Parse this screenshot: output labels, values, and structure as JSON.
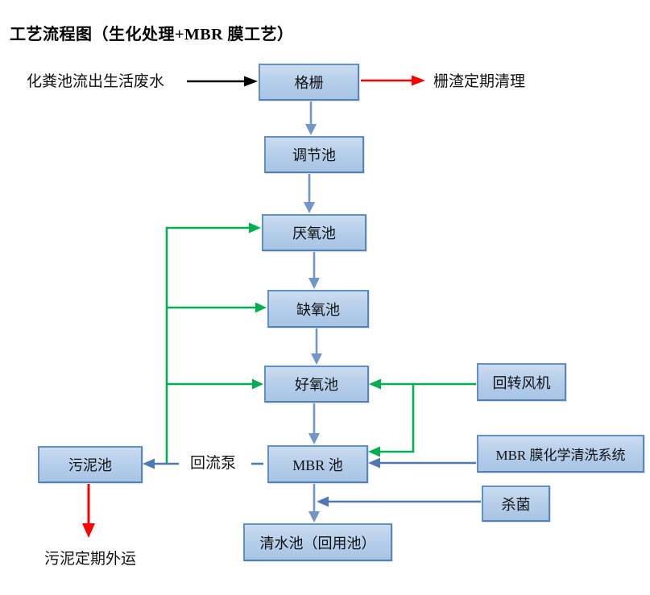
{
  "title": "工艺流程图（生化处理+MBR 膜工艺）",
  "nodes": {
    "grating": {
      "label": "格栅"
    },
    "regulating_tank": {
      "label": "调节池"
    },
    "anaerobic_tank": {
      "label": "厌氧池"
    },
    "anoxic_tank": {
      "label": "缺氧池"
    },
    "aerobic_tank": {
      "label": "好氧池"
    },
    "mbr_tank": {
      "label": "MBR 池"
    },
    "clean_water_tank": {
      "label": "清水池（回用池）"
    },
    "sludge_tank": {
      "label": "污泥池"
    },
    "rotary_blower": {
      "label": "回转风机"
    },
    "mbr_cleaning_system": {
      "label": "MBR 膜化学清洗系统"
    },
    "disinfection": {
      "label": "杀菌"
    }
  },
  "labels": {
    "influent": "化粪池流出生活废水",
    "screenings_disposal": "栅渣定期清理",
    "return_pump": "回流泵",
    "sludge_disposal": "污泥定期外运"
  },
  "colors": {
    "box_fill_top": "#cadcf0",
    "box_fill_bottom": "#a8c5e5",
    "box_border": "#6191c6",
    "flow_arrow_blue": "#7296c6",
    "supply_arrow_blue": "#4d79b5",
    "recycle_green": "#00b050",
    "discharge_red": "#ff0000",
    "inflow_black": "#000000"
  }
}
